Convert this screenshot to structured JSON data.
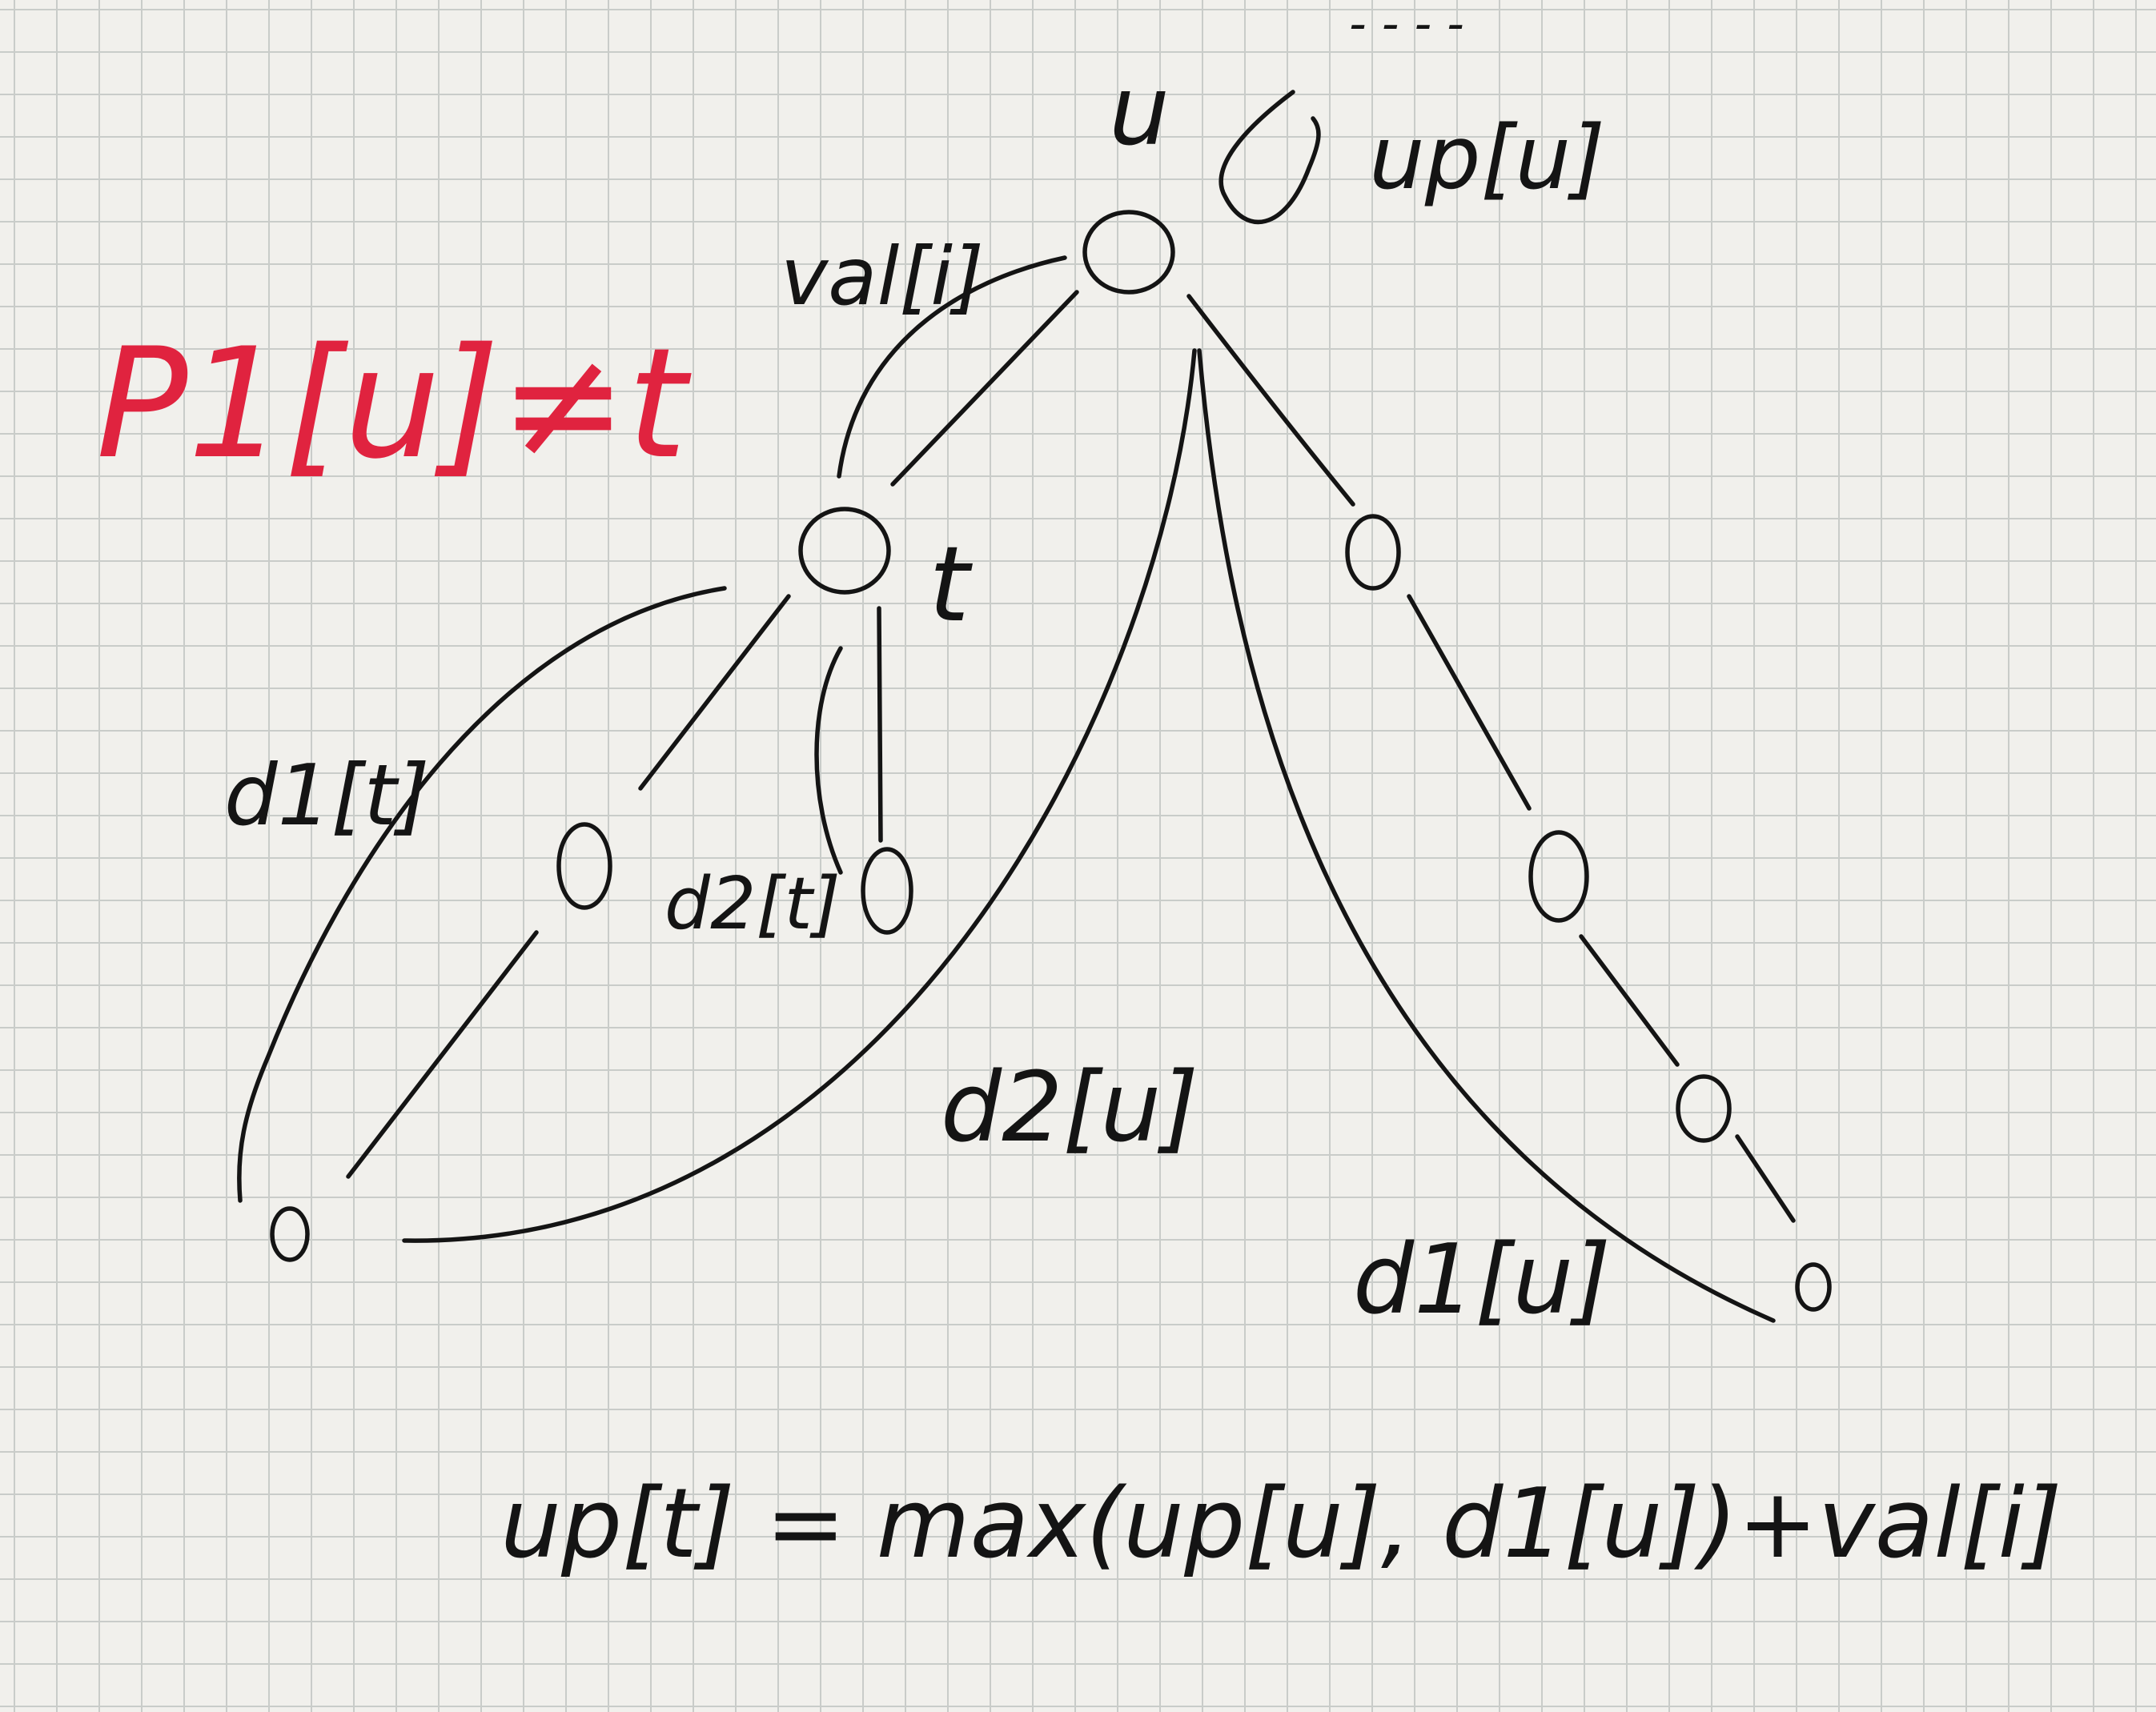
{
  "colors": {
    "ink": "#141414",
    "red_ink": "#e0233f",
    "paper": "#f1f0ec",
    "grid": "#c9ccc9"
  },
  "condition": "P1[u]≠t",
  "labels": {
    "node_u": "u",
    "node_t": "t",
    "top_dots": "- - - -",
    "up_u": "up[u]",
    "val_i": "val[i]",
    "d1_t": "d1[t]",
    "d2_t": "d2[t]",
    "d2_u": "d2[u]",
    "d1_u": "d1[u]"
  },
  "formula": "up[t] = max(up[u], d1[u])+val[i]"
}
